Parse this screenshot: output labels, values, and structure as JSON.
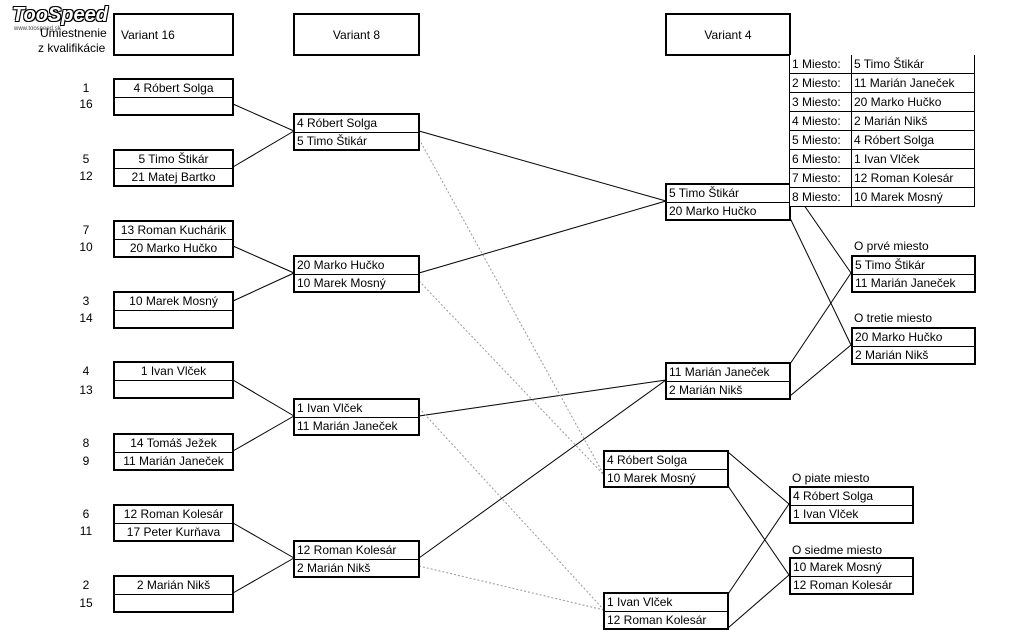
{
  "watermark": {
    "text": "TooSpeed",
    "sub": "www.toospeed.sk"
  },
  "header": {
    "qual_line1": "Umiestnenie",
    "qual_line2": "z kvalifikácie",
    "v16": "Variant 16",
    "v8": "Variant 8",
    "v4": "Variant 4"
  },
  "seeds": [
    "1",
    "16",
    "5",
    "12",
    "7",
    "10",
    "3",
    "14",
    "4",
    "13",
    "8",
    "9",
    "6",
    "11",
    "2",
    "15"
  ],
  "r16": [
    [
      "4 Róbert Solga",
      ""
    ],
    [
      "5 Timo Štikár",
      "21 Matej Bartko"
    ],
    [
      "13 Roman Kuchárik",
      "20 Marko Hučko"
    ],
    [
      "10 Marek Mosný",
      ""
    ],
    [
      "1 Ivan Vlček",
      ""
    ],
    [
      "14 Tomáš Ježek",
      "11 Marián Janeček"
    ],
    [
      "12 Roman Kolesár",
      "17 Peter Kurňava"
    ],
    [
      "2 Marián Nikš",
      ""
    ]
  ],
  "qf": [
    [
      "4 Róbert Solga",
      "5 Timo Štikár"
    ],
    [
      "20 Marko Hučko",
      "10 Marek Mosný"
    ],
    [
      "1 Ivan Vlček",
      "11 Marián Janeček"
    ],
    [
      "12 Roman Kolesár",
      "2 Marián Nikš"
    ]
  ],
  "sf": [
    [
      "5 Timo Štikár",
      "20 Marko Hučko"
    ],
    [
      "11 Marián Janeček",
      "2 Marián Nikš"
    ]
  ],
  "placement": [
    [
      "4 Róbert Solga",
      "10 Marek Mosný"
    ],
    [
      "1 Ivan Vlček",
      "12 Roman Kolesár"
    ]
  ],
  "finals": {
    "first": {
      "label": "O prvé miesto",
      "players": [
        "5 Timo Štikár",
        "11 Marián Janeček"
      ]
    },
    "third": {
      "label": "O tretie miesto",
      "players": [
        "20 Marko Hučko",
        "2 Marián Nikš"
      ]
    },
    "fifth": {
      "label": "O piate miesto",
      "players": [
        "4 Róbert Solga",
        "1 Ivan Vlček"
      ]
    },
    "seventh": {
      "label": "O siedme miesto",
      "players": [
        "10 Marek Mosný",
        "12 Roman Kolesár"
      ]
    }
  },
  "results": [
    {
      "place": "1 Miesto:",
      "name": "5 Timo Štikár"
    },
    {
      "place": "2 Miesto:",
      "name": "11 Marián Janeček"
    },
    {
      "place": "3 Miesto:",
      "name": "20 Marko Hučko"
    },
    {
      "place": "4 Miesto:",
      "name": "2 Marián Nikš"
    },
    {
      "place": "5 Miesto:",
      "name": "4 Róbert Solga"
    },
    {
      "place": "6 Miesto:",
      "name": "1 Ivan Vlček"
    },
    {
      "place": "7 Miesto:",
      "name": "12 Roman Kolesár"
    },
    {
      "place": "8 Miesto:",
      "name": "10 Marek Mosný"
    }
  ]
}
